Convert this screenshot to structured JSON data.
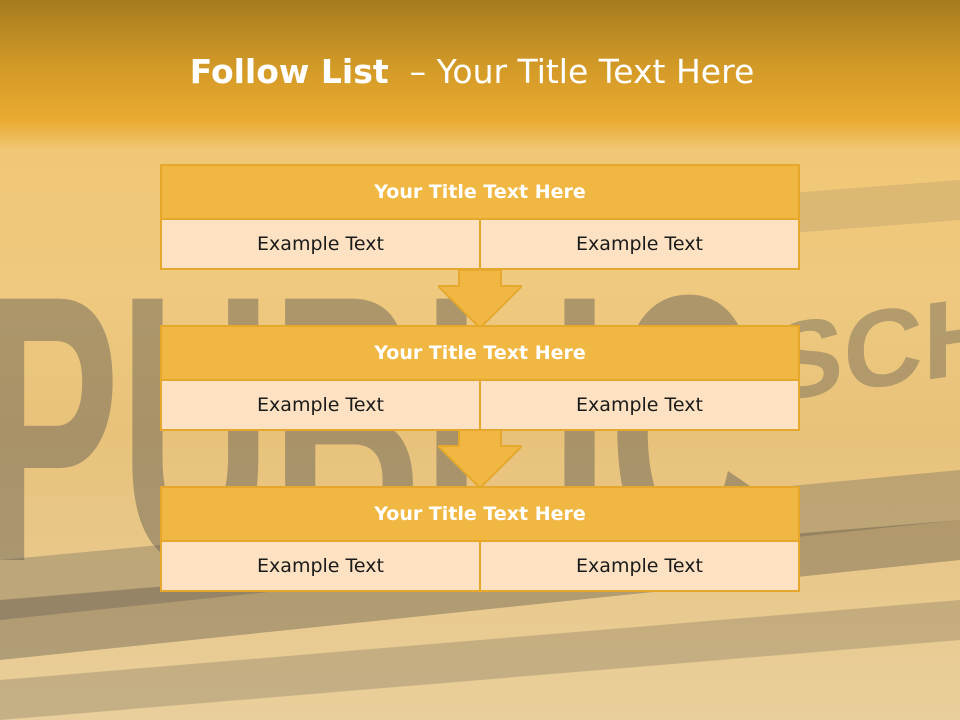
{
  "slide": {
    "title_bold": "Follow List",
    "title_rest": "  – Your Title Text Here"
  },
  "background": {
    "left_word": "PUBLIC",
    "right_word": "SCHOOL"
  },
  "blocks": [
    {
      "title": "Your Title Text Here",
      "left": "Example Text",
      "right": "Example Text"
    },
    {
      "title": "Your Title Text Here",
      "left": "Example Text",
      "right": "Example Text"
    },
    {
      "title": "Your Title Text Here",
      "left": "Example Text",
      "right": "Example Text"
    }
  ],
  "colors": {
    "accent": "#f0b843",
    "cell_fill": "#fce2c2",
    "border": "#e5a72c"
  }
}
